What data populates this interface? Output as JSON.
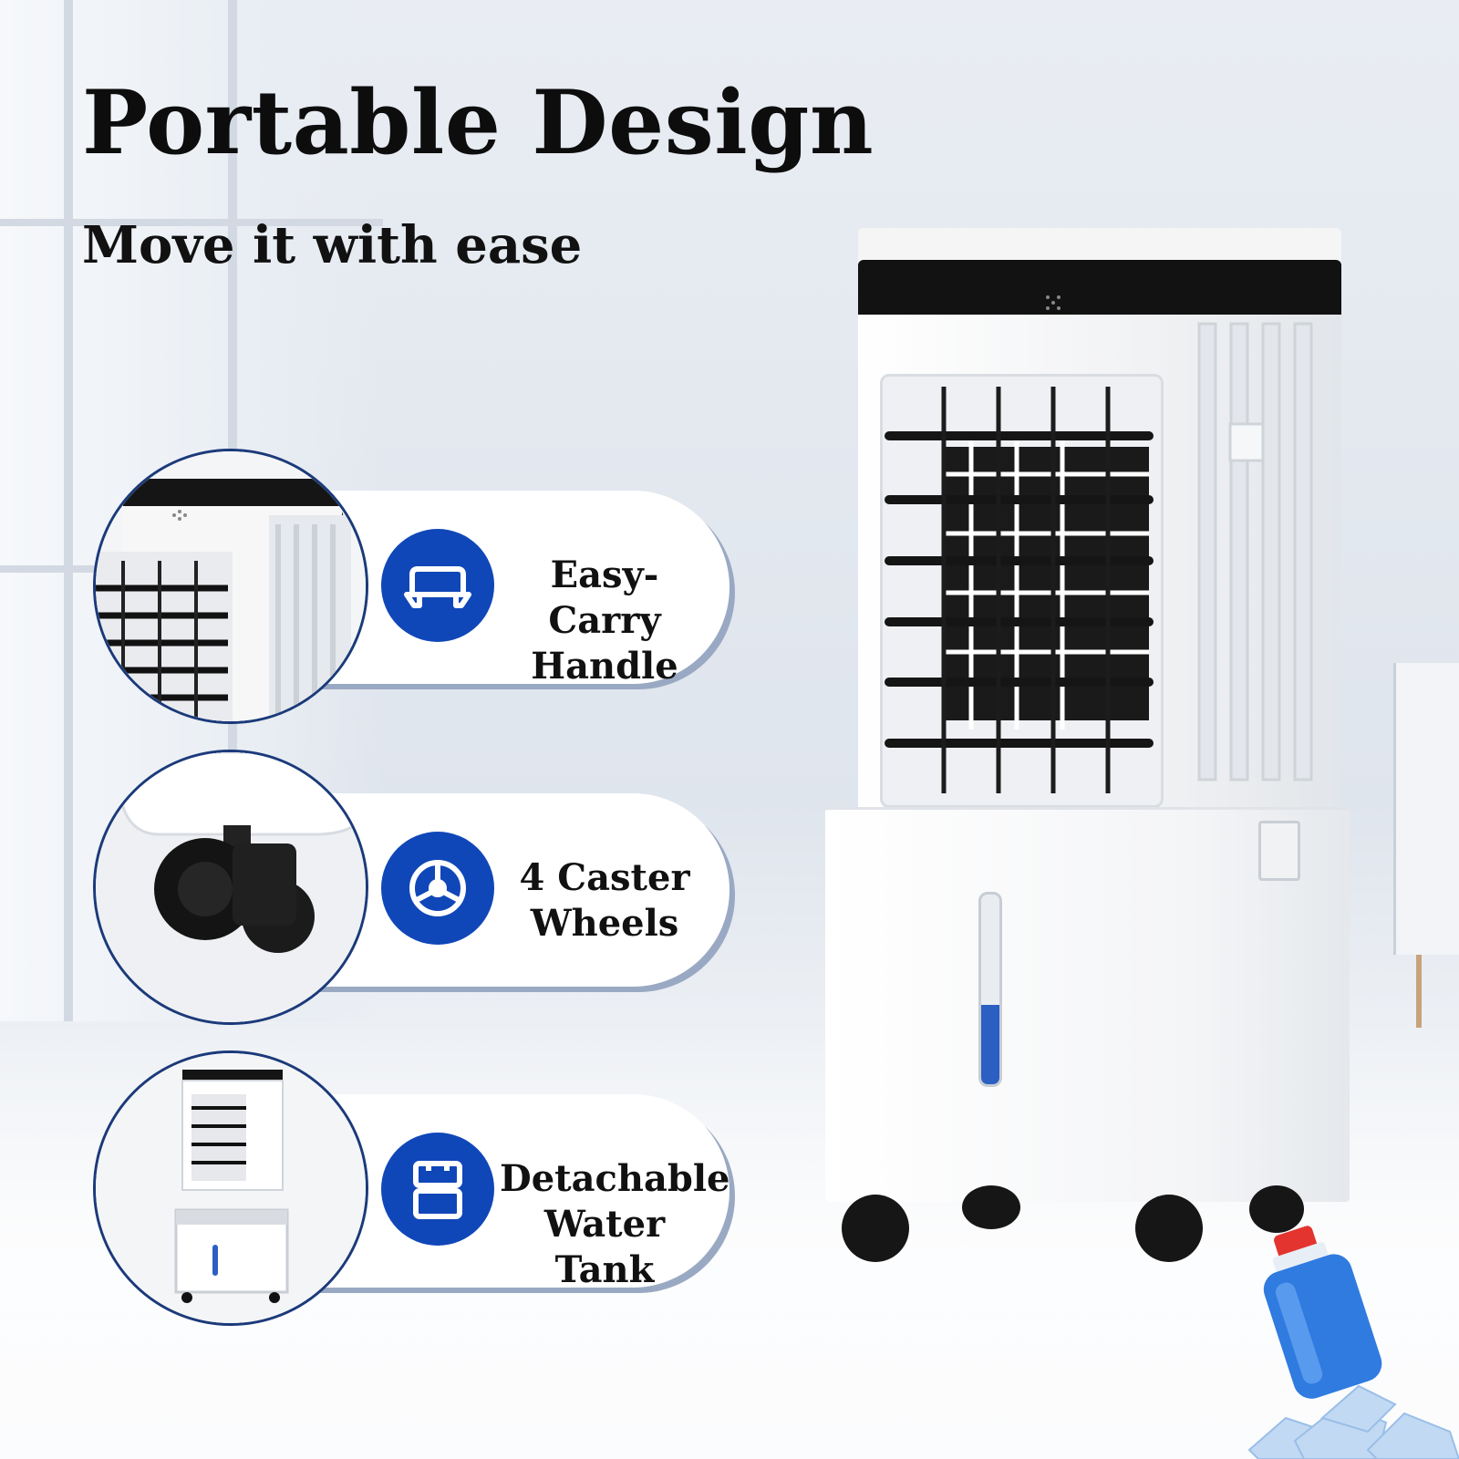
{
  "heading": {
    "title": "Portable Design",
    "subtitle": "Move it with ease"
  },
  "features": [
    {
      "label_line1": "Easy-Carry",
      "label_line2": "Handle",
      "icon": "handle-icon"
    },
    {
      "label_line1": "4 Caster",
      "label_line2": "Wheels",
      "icon": "wheel-icon"
    },
    {
      "label_line1": "Detachable",
      "label_line2": "Water Tank",
      "icon": "water-tank-icon"
    }
  ],
  "colors": {
    "accent_blue": "#1047b8",
    "title_text": "#0d0d0d",
    "cooler_body": "#ffffff",
    "cooler_top": "#121212",
    "water_level": "#2c5fc2"
  },
  "product": {
    "water_level_fraction": 0.42
  }
}
